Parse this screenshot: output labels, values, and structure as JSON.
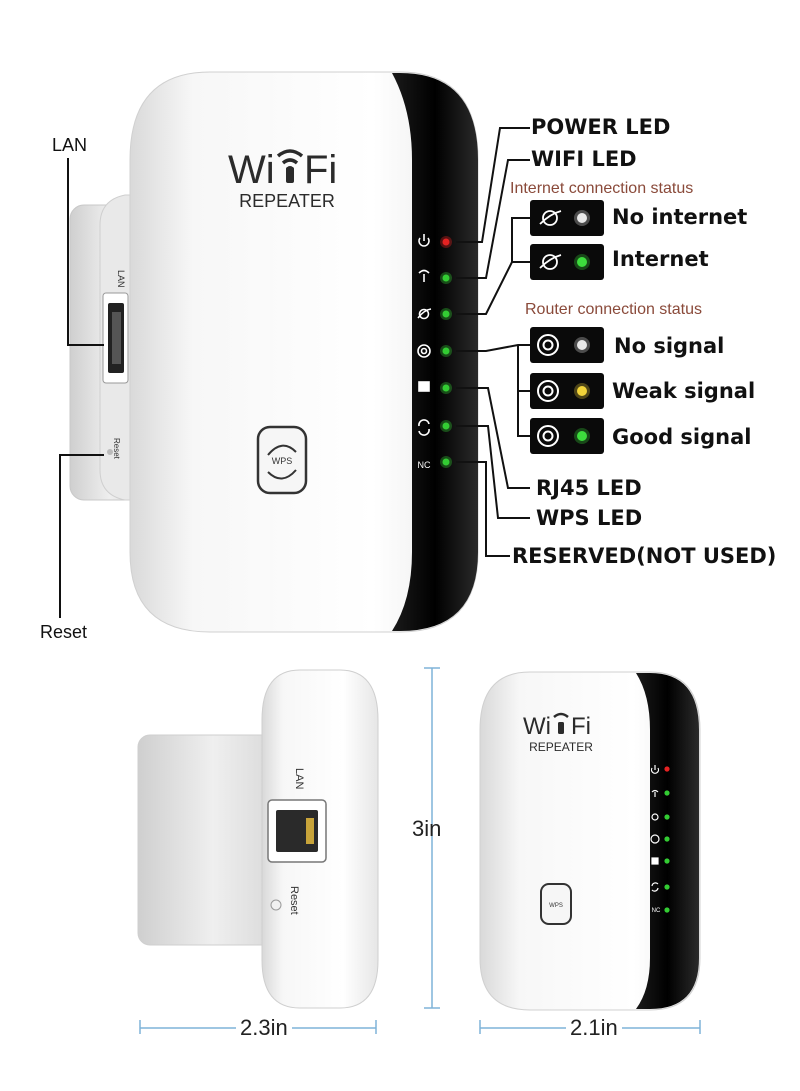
{
  "brand": {
    "logo_text": "Wi Fi",
    "model": "REPEATER",
    "wps_button": "WPS",
    "port_label": "LAN",
    "reset_port_label": "Reset",
    "nc_label": "NC"
  },
  "callouts": {
    "lan": "LAN",
    "reset": "Reset",
    "power_led": "POWER LED",
    "wifi_led": "WIFI LED",
    "rj45_led": "RJ45 LED",
    "wps_led": "WPS LED",
    "reserved": "RESERVED(NOT USED)"
  },
  "internet_status": {
    "heading": "Internet connection status",
    "states": [
      {
        "label": "No internet",
        "led_color": "#e8e8e8"
      },
      {
        "label": "Internet",
        "led_color": "#3ddc3d"
      }
    ]
  },
  "router_status": {
    "heading": "Router connection status",
    "states": [
      {
        "label": "No signal",
        "led_color": "#e8e8e8"
      },
      {
        "label": "Weak signal",
        "led_color": "#f2d43a"
      },
      {
        "label": "Good signal",
        "led_color": "#3ddc3d"
      }
    ]
  },
  "led_column": [
    {
      "name": "power",
      "color": "#e52222"
    },
    {
      "name": "wifi",
      "color": "#33cc33"
    },
    {
      "name": "internet",
      "color": "#33cc33"
    },
    {
      "name": "router",
      "color": "#33cc33"
    },
    {
      "name": "rj45",
      "color": "#33cc33"
    },
    {
      "name": "wps",
      "color": "#33cc33"
    },
    {
      "name": "nc",
      "color": "#33cc33"
    }
  ],
  "dimensions": {
    "height": "3in",
    "depth": "2.3in",
    "width": "2.1in"
  },
  "colors": {
    "device_white": "#f4f4f4",
    "device_black": "#0b0b0b",
    "dimension_line": "#7fb3d8",
    "status_heading": "#8a4a3a"
  }
}
